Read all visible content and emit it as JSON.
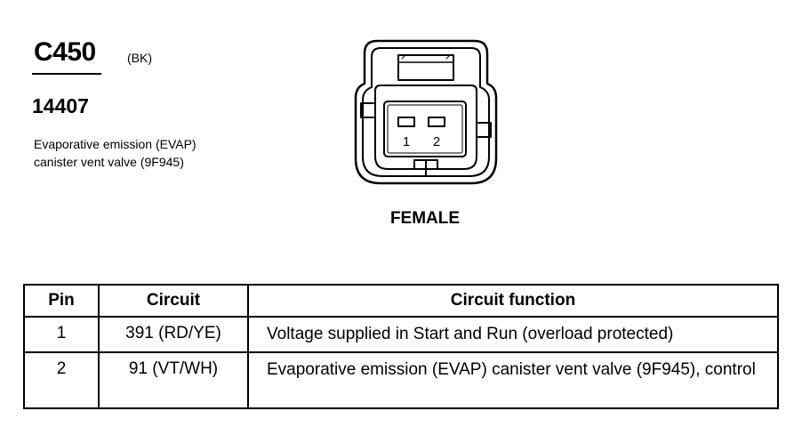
{
  "connector": {
    "id": "C450",
    "color": "(BK)",
    "part_number": "14407",
    "description_lines": [
      "Evaporative emission (EVAP)",
      "canister vent valve (9F945)"
    ],
    "pin_labels": [
      "1",
      "2"
    ],
    "view_label": "FEMALE"
  },
  "table": {
    "headers": {
      "pin": "Pin",
      "circuit": "Circuit",
      "function": "Circuit function"
    },
    "rows": [
      {
        "pin": "1",
        "circuit": "391 (RD/YE)",
        "function": "Voltage supplied in Start and Run (overload protected)"
      },
      {
        "pin": "2",
        "circuit": "91 (VT/WH)",
        "function": "Evaporative emission (EVAP) canister vent valve (9F945), control"
      }
    ]
  }
}
